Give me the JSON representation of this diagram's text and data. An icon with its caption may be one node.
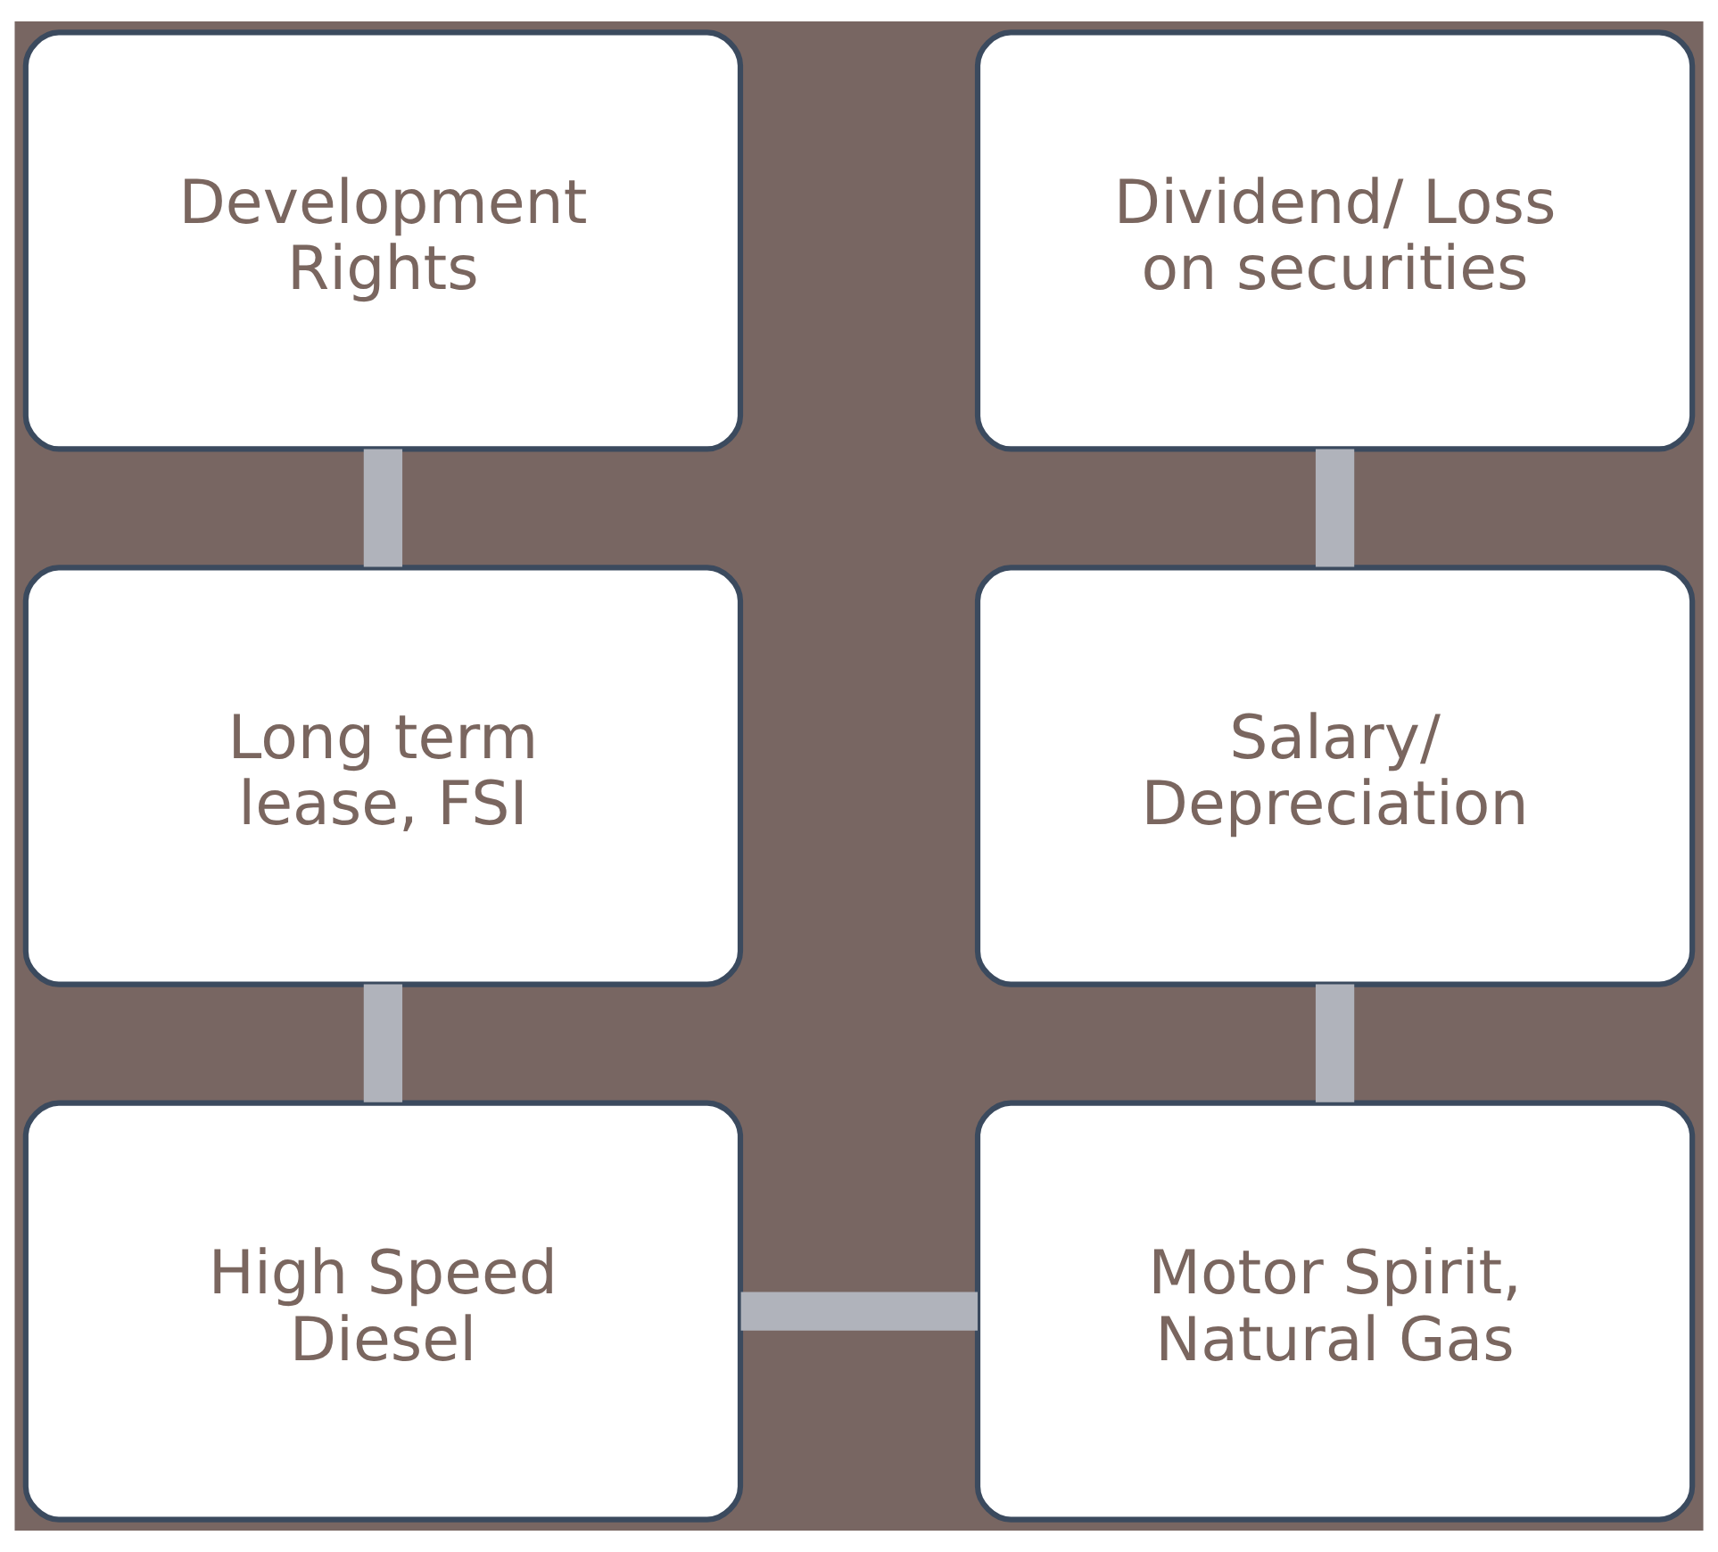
{
  "diagram": {
    "nodes": [
      {
        "text": [
          "Development Rights"
        ]
      },
      {
        "text": [
          "Dividend/ Loss on securities"
        ]
      },
      {
        "text": [
          "Long term lease, FSI"
        ]
      },
      {
        "text": [
          "Salary/ Depreciation"
        ]
      },
      {
        "text": [
          "High Speed Diesel"
        ]
      },
      {
        "text": [
          "Motor Spirit, Natural Gas"
        ]
      }
    ],
    "edges": [
      {
        "from": 0,
        "to": 2,
        "arrow": "none"
      },
      {
        "from": 2,
        "to": 4,
        "arrow": "none"
      },
      {
        "from": 4,
        "to": 5,
        "arrow": "none"
      },
      {
        "from": 5,
        "to": 3,
        "arrow": "none"
      },
      {
        "from": 3,
        "to": 1,
        "arrow": "none"
      }
    ]
  }
}
